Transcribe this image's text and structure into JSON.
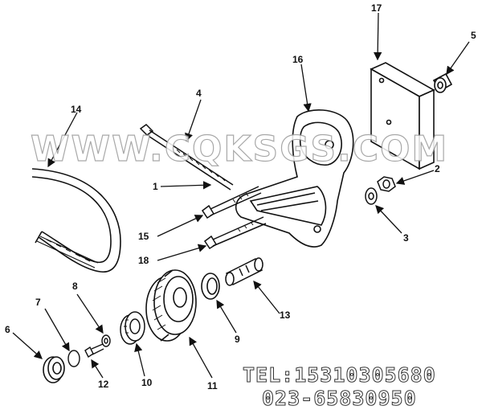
{
  "watermark": "WWW.CQKSGS.COM",
  "contact": {
    "tel": "TEL:15310305680",
    "phone2": "023-65830950"
  },
  "callouts": [
    {
      "id": "1",
      "label": "1"
    },
    {
      "id": "2",
      "label": "2"
    },
    {
      "id": "3",
      "label": "3"
    },
    {
      "id": "4",
      "label": "4"
    },
    {
      "id": "5",
      "label": "5"
    },
    {
      "id": "6",
      "label": "6"
    },
    {
      "id": "7",
      "label": "7"
    },
    {
      "id": "8",
      "label": "8"
    },
    {
      "id": "9",
      "label": "9"
    },
    {
      "id": "10",
      "label": "10"
    },
    {
      "id": "11",
      "label": "11"
    },
    {
      "id": "12",
      "label": "12"
    },
    {
      "id": "13",
      "label": "13"
    },
    {
      "id": "14",
      "label": "14"
    },
    {
      "id": "15",
      "label": "15"
    },
    {
      "id": "16",
      "label": "16"
    },
    {
      "id": "17",
      "label": "17"
    },
    {
      "id": "18",
      "label": "18"
    }
  ]
}
